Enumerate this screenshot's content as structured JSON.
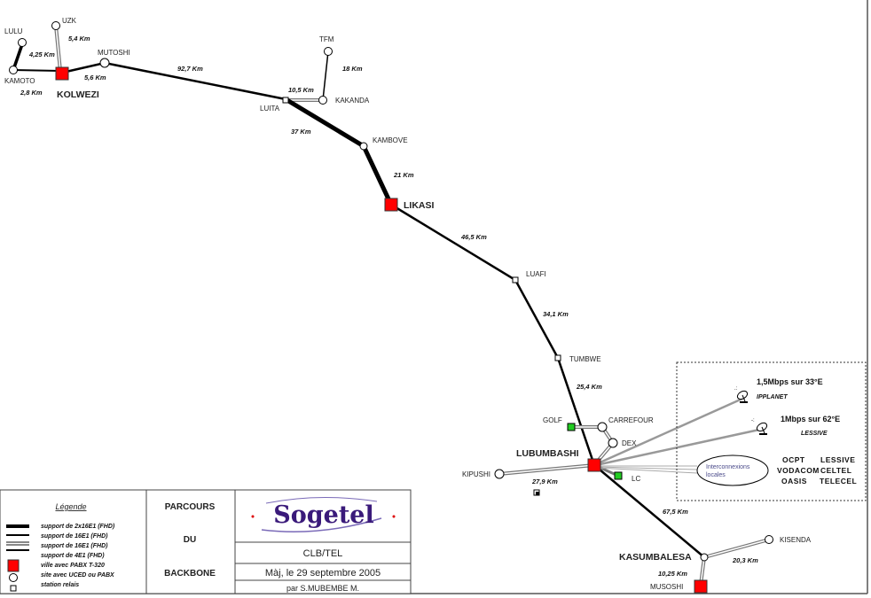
{
  "sites": {
    "lulu": "LULU",
    "uzk": "UZK",
    "kamoto": "KAMOTO",
    "kolwezi": "KOLWEZI",
    "mutoshi": "MUTOSHI",
    "luita": "LUITA",
    "kakanda": "KAKANDA",
    "tfm": "TFM",
    "kambove": "KAMBOVE",
    "likasi": "LIKASI",
    "luafi": "LUAFI",
    "tumbwe": "TUMBWE",
    "lubumbashi": "LUBUMBASHI",
    "golf": "GOLF",
    "carrefour": "CARREFOUR",
    "dex": "DEX",
    "lc": "LC",
    "kipushi": "KIPUSHI",
    "kasumbalesa": "KASUMBALESA",
    "kisenda": "KISENDA",
    "musoshi": "MUSOSHI"
  },
  "distances": {
    "lulu_kamoto": "4,25 Km",
    "uzk_kolwezi": "5,4 Km",
    "kamoto_kolwezi": "2,8 Km",
    "kolwezi_mutoshi": "5,6 Km",
    "mutoshi_luita": "92,7 Km",
    "tfm_kakanda": "18 Km",
    "luita_kakanda": "10,5 Km",
    "luita_kambove": "37 Km",
    "kambove_likasi": "21 Km",
    "likasi_luafi": "46,5 Km",
    "luafi_tumbwe": "34,1 Km",
    "tumbwe_lubumbashi": "25,4 Km",
    "lubumbashi_kipushi": "27,9 Km",
    "lubumbashi_kasumbalesa": "67,5 Km",
    "kasumbalesa_kisenda": "20,3 Km",
    "kasumbalesa_musoshi": "10,25 Km"
  },
  "satellite": {
    "link1_rate": "1,5Mbps sur 33°E",
    "link1_provider": "IPPLANET",
    "link2_rate": "1Mbps sur 62°E",
    "link2_provider": "LESSIVE",
    "interconnect_label_1": "Interconnexions",
    "interconnect_label_2": "locales",
    "operators": [
      "OCPT",
      "LESSIVE",
      "VODACOM",
      "CELTEL",
      "OASIS",
      "TELECEL"
    ]
  },
  "legend": {
    "title": "Légende",
    "items": [
      "support de 2x16E1 (FHD)",
      "support de 16E1 (FHD)",
      "support de 16E1 (FHD)",
      "support de 4E1 (FHD)",
      "ville avec PABX T-320",
      "site avec UCED ou PABX",
      "station relais"
    ]
  },
  "title_block": {
    "title_1": "PARCOURS",
    "title_2": "DU",
    "title_3": "BACKBONE",
    "logo": "Sogetel",
    "department": "CLB/TEL",
    "updated": "Màj, le 29 septembre 2005",
    "author": "par S.MUBEMBE M."
  },
  "colors": {
    "city": "#ff0000",
    "site_green": "#22cc22",
    "logo": "#3a1a7a"
  }
}
